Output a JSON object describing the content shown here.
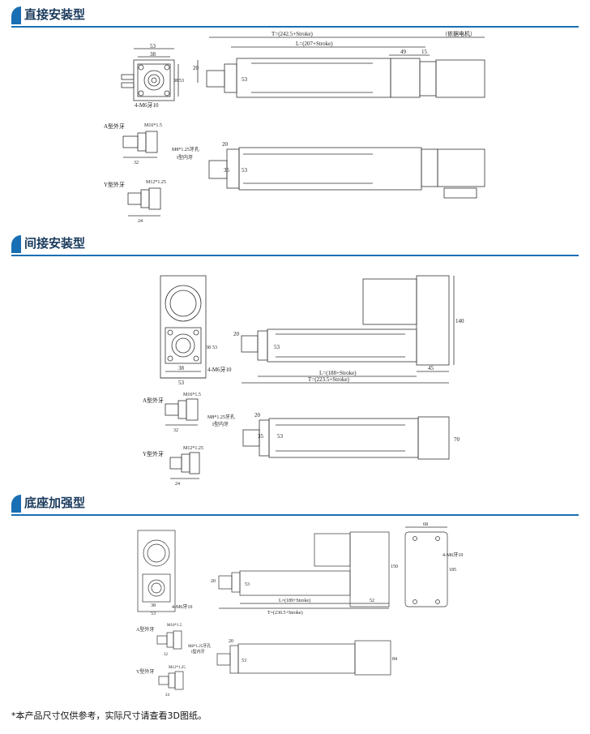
{
  "sections": [
    {
      "title": "直接安装型",
      "dims": {
        "total": "T=(242.5+Stroke)",
        "motor_note": "（依据电机）",
        "length": "L=(207+Stroke)",
        "d49": "49",
        "d15": "15",
        "d20": "20",
        "d53": "53",
        "f53": "53",
        "f38": "38",
        "f38v": "38",
        "f53v": "53",
        "holes": "4-M6牙10",
        "a_thread": "A型外牙",
        "a_spec": "M16*1.5",
        "a_len": "32",
        "y_thread": "Y型外牙",
        "y_spec": "M12*1.25",
        "y_len": "24",
        "inner": "M8*1.25牙孔",
        "inner2": "I型内牙",
        "side20": "20",
        "side35": "35",
        "side53": "53"
      }
    },
    {
      "title": "间接安装型",
      "dims": {
        "total": "T=(223.5+Stroke)",
        "length": "L=(188+Stroke)",
        "d45": "45",
        "d20": "20",
        "d53": "53",
        "h140": "140",
        "f38": "38",
        "f53": "53",
        "f38v": "38",
        "f53v": "53",
        "holes": "4-M6牙10",
        "a_thread": "A型外牙",
        "a_spec": "M16*1.5",
        "a_len": "32",
        "y_thread": "Y型外牙",
        "y_spec": "M12*1.25",
        "y_len": "24",
        "inner": "M8*1.25牙孔",
        "inner2": "I型内牙",
        "side20": "20",
        "side35": "35",
        "side53": "53",
        "h70": "70"
      }
    },
    {
      "title": "底座加强型",
      "dims": {
        "total": "T=(230.5+Stroke)",
        "length": "L=(189+Stroke)",
        "d52": "52",
        "d20": "20",
        "d53": "53",
        "h150": "150",
        "base_w": "68",
        "base_h": "185",
        "base_holes": "4-M6牙10",
        "f38": "38",
        "f53": "53",
        "holes": "4-M6牙10",
        "a_thread": "A型外牙",
        "a_spec": "M16*1.5",
        "y_thread": "Y型外牙",
        "y_spec": "M12*1.25",
        "inner": "M8*1.25牙孔",
        "inner2": "I型内牙",
        "side20": "20",
        "side53": "53",
        "h84": "84",
        "a_len": "32",
        "y_len": "24"
      }
    }
  ],
  "footnote": "*本产品尺寸仅供参考，实际尺寸请查看3D图纸。",
  "colors": {
    "accent": "#1a6fb4",
    "line": "#333333"
  }
}
